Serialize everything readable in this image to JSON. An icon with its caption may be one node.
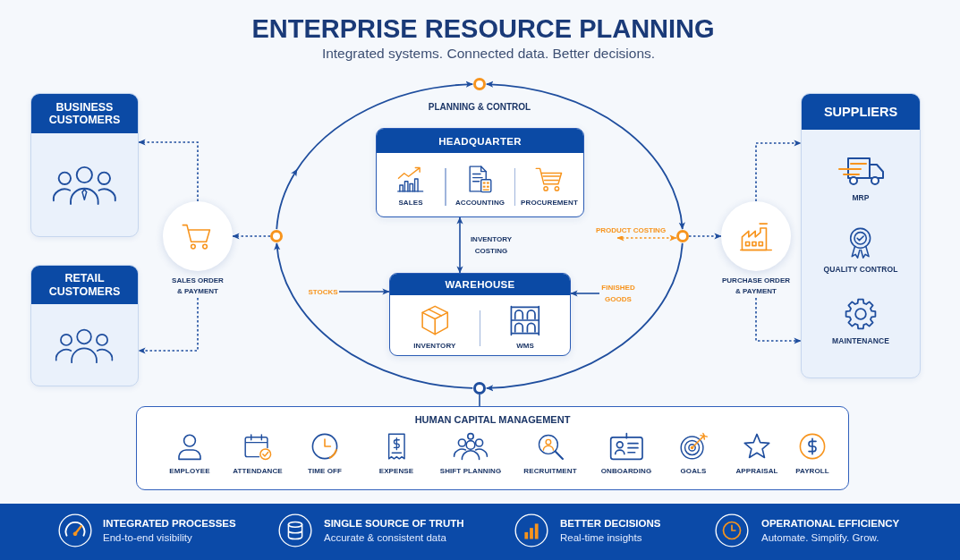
{
  "diagram": {
    "title": "ENTERPRISE RESOURCE PLANNING",
    "nodes": [
      {
        "text": [
          "BUSINESS CUSTOMERS"
        ]
      },
      {
        "text": [
          "RETAIL CUSTOMERS"
        ]
      },
      {
        "text": [
          "SALES ORDER & PAYMENT"
        ]
      },
      {
        "text": [],
        "shape": "circle"
      },
      {
        "text": [],
        "shape": "circle"
      },
      {
        "text": [],
        "shape": "circle"
      },
      {
        "text": [],
        "shape": "circle"
      },
      {
        "text": [
          "HEADQUARTER",
          "SALES",
          "ACCOUNTING",
          "PROCUREMENT"
        ]
      },
      {
        "text": [
          "STOCKS"
        ]
      },
      {
        "text": [
          "WAREHOUSE",
          "INVENTORY",
          "WMS"
        ]
      },
      {
        "text": [
          "FINISHED GOODS"
        ]
      },
      {
        "text": [
          "PURCHASE ORDER & PAYMENT"
        ]
      },
      {
        "text": [
          "SUPPLIERS",
          "MRP",
          "QUALITY CONTROL",
          "MAINTENANCE"
        ]
      },
      {
        "text": [
          "HUMAN CAPITAL MANAGEMENT",
          "EMPLOYEE",
          "ATTENDANCE",
          "TIME OFF",
          "EXPENSE",
          "SHIFT PLANNING",
          "RECRUITMENT",
          "ONBOARDING",
          "GOALS",
          "APPRAISAL",
          "PAYROLL"
        ]
      },
      {
        "text": [
          "INTEGRATED PROCESSES",
          "End-to-end visibility",
          "SINGLE SOURCE OF TRUTH",
          "Accurate & consistent data",
          "BETTER DECISIONS",
          "Real-time insights",
          "OPERATIONAL EFFICIENCY",
          "Automate. Simplify. Grow."
        ]
      }
    ],
    "edges": [
      {
        "from": 4,
        "to": 2,
        "arrow": "to",
        "style": "dashed"
      },
      {
        "from": 2,
        "to": 0,
        "arrow": "to",
        "style": "dashed"
      },
      {
        "from": 2,
        "to": 1,
        "arrow": "to",
        "style": "dashed"
      },
      {
        "from": 4,
        "to": 3,
        "arrow": "to"
      },
      {
        "from": 3,
        "to": 5,
        "arrow": "both"
      },
      {
        "from": 5,
        "to": 6,
        "arrow": "to"
      },
      {
        "from": 6,
        "to": 4,
        "arrow": "to"
      },
      {
        "from": 7,
        "to": 9,
        "arrow": "both",
        "label": "INVENTORY COSTING"
      },
      {
        "from": 8,
        "to": 9,
        "arrow": "to"
      },
      {
        "from": 10,
        "to": 9,
        "arrow": "to"
      },
      {
        "from": null,
        "to": 5,
        "arrow": "both",
        "label": "PRODUCT COSTING",
        "style": "dashed",
        "color": "#f7941d"
      },
      {
        "from": 5,
        "to": 11,
        "arrow": "to",
        "style": "dashed"
      },
      {
        "from": 11,
        "to": 12,
        "arrow": "to",
        "style": "dashed"
      },
      {
        "from": 11,
        "to": 12,
        "arrow": "to",
        "style": "dashed"
      },
      {
        "from": 6,
        "to": 13,
        "arrow": "none"
      }
    ],
    "labels": [
      "Integrated systems. Connected data. Better decisions.",
      "PLANNING & CONTROL"
    ]
  }
}
